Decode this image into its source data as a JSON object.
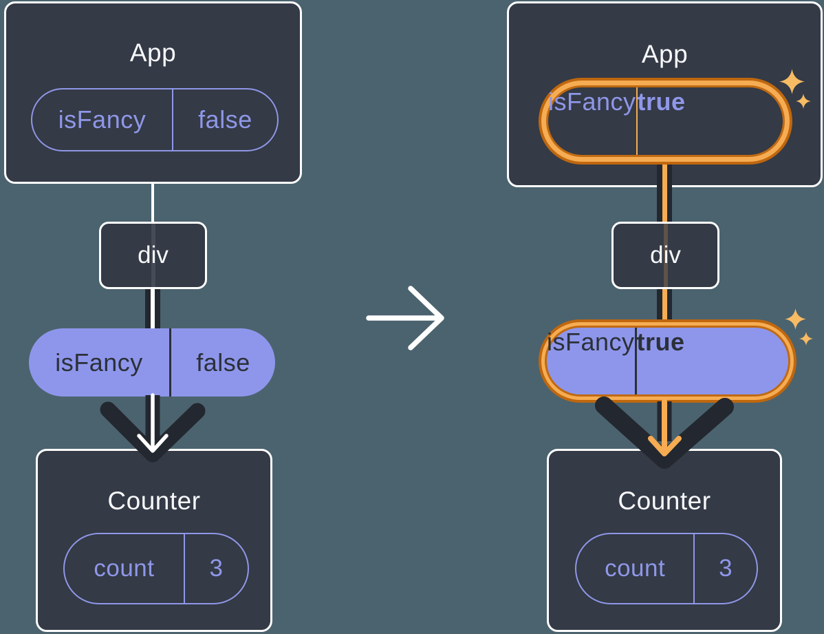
{
  "diagram": {
    "description": "React prop flow: App passes isFancy through div to Counter; before and after state change",
    "before": {
      "app": {
        "title": "App",
        "prop": {
          "name": "isFancy",
          "value": "false"
        }
      },
      "div_node": {
        "label": "div"
      },
      "passed_prop": {
        "name": "isFancy",
        "value": "false"
      },
      "counter": {
        "title": "Counter",
        "state": {
          "name": "count",
          "value": "3"
        }
      }
    },
    "after": {
      "app": {
        "title": "App",
        "prop": {
          "name": "isFancy",
          "value": "true"
        }
      },
      "div_node": {
        "label": "div"
      },
      "passed_prop": {
        "name": "isFancy",
        "value": "true"
      },
      "counter": {
        "title": "Counter",
        "state": {
          "name": "count",
          "value": "3"
        }
      }
    },
    "colors": {
      "background": "#4b636e",
      "card": "#343a46",
      "card_border": "#ffffff",
      "purple_outline": "#8f97e8",
      "purple_fill": "#8e96ec",
      "dark": "#23272f",
      "highlight_orange_dark": "#bf670f",
      "highlight_orange_light": "#f6ac52",
      "sparkle": "#f7bb64"
    },
    "icons": {
      "transition": "arrow-right-icon",
      "flow": "arrow-down-icon",
      "highlight": "sparkles-icon"
    }
  }
}
